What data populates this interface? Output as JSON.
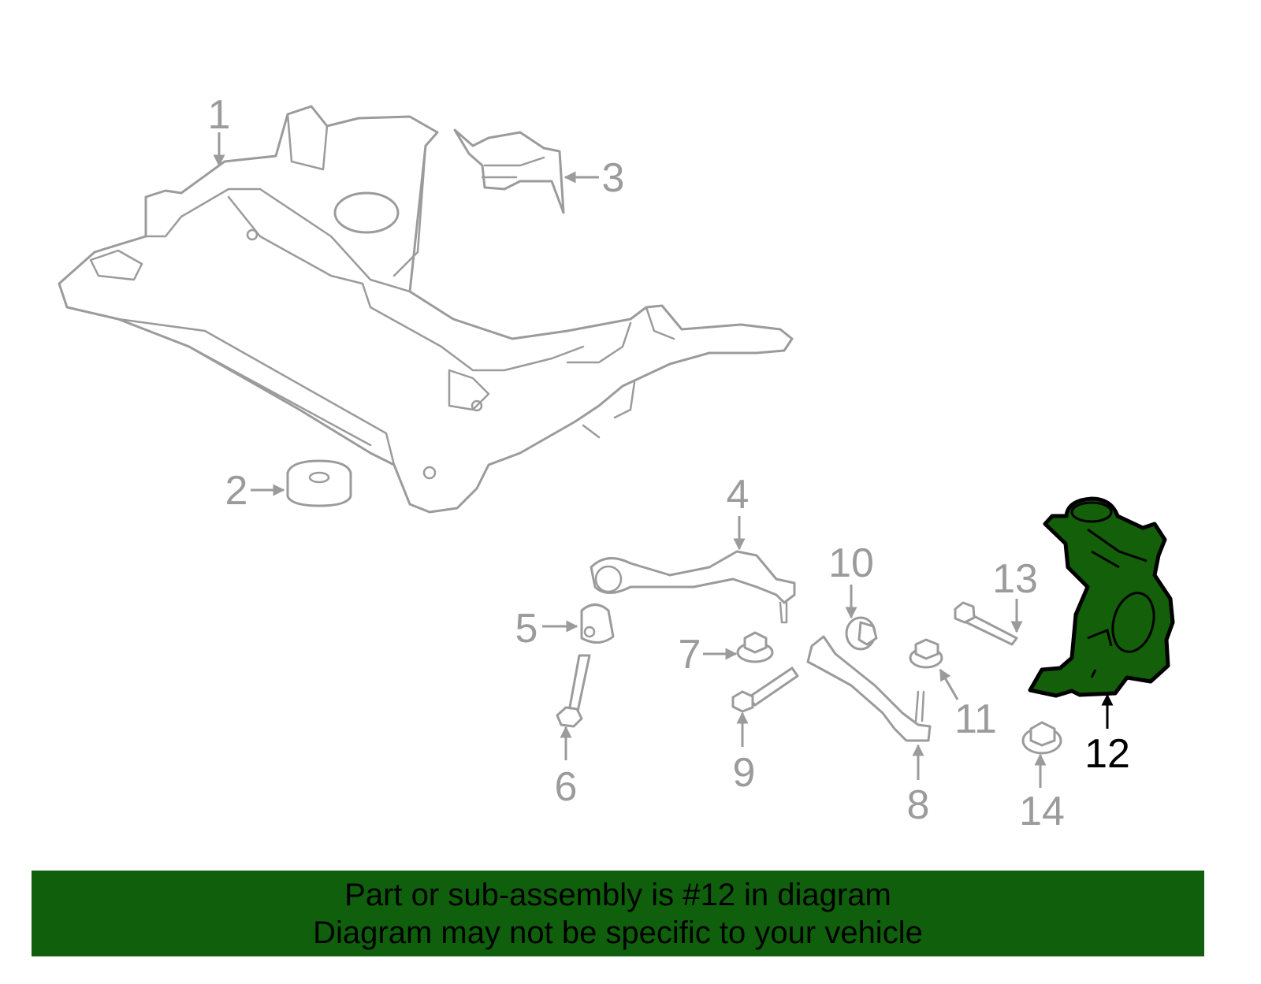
{
  "diagram": {
    "highlight_color": "#135f0a",
    "highlighted_part": "12",
    "callouts": [
      "1",
      "2",
      "3",
      "4",
      "5",
      "6",
      "7",
      "8",
      "9",
      "10",
      "11",
      "12",
      "13",
      "14"
    ]
  },
  "banner": {
    "color": "#0f5f0c",
    "line1": "Part or sub-assembly is #12 in diagram",
    "line2": "Diagram may not be specific to your vehicle"
  }
}
